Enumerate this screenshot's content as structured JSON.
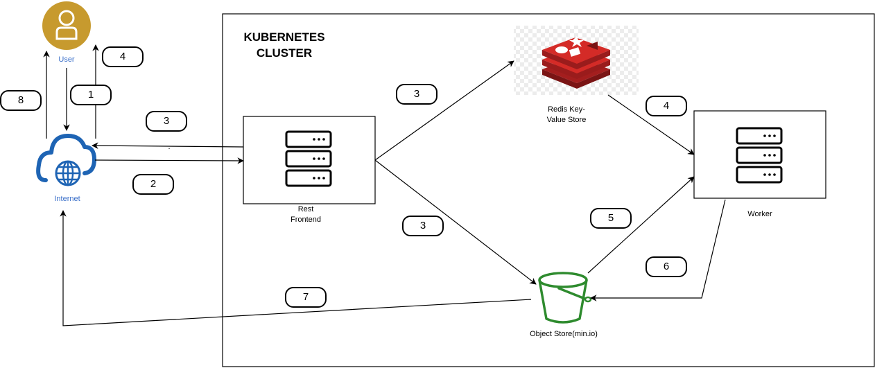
{
  "cluster": {
    "title_line1": "KUBERNETES",
    "title_line2": "CLUSTER"
  },
  "nodes": {
    "user": "User",
    "internet": "Internet",
    "rest_frontend_line1": "Rest",
    "rest_frontend_line2": "Frontend",
    "redis_line1": "Redis Key-",
    "redis_line2": "Value Store",
    "worker": "Worker",
    "object_store": "Object Store(min.io)"
  },
  "steps": {
    "s8": "8",
    "s4_user": "4",
    "s1": "1",
    "s3_internet": "3",
    "s2": "2",
    "s3_redis": "3",
    "s3_store": "3",
    "s4_worker": "4",
    "s5": "5",
    "s6": "6",
    "s7": "7"
  },
  "dot_label": ".",
  "colors": {
    "user_circle": "#c79a2e",
    "user_text": "#3a6fc9",
    "cloud": "#1e64b4",
    "redis_red": "#d42b27",
    "bucket_green": "#2e8b2e"
  }
}
